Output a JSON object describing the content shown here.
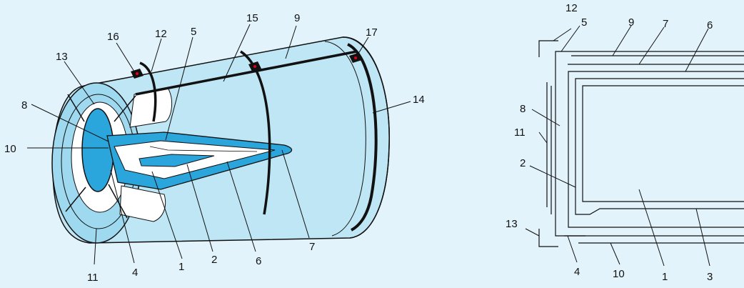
{
  "colors": {
    "background": "#e3f3fb",
    "body_fill": "#bfe6f5",
    "face_ring": "#9fd9f0",
    "core_blue": "#2aa6dc",
    "white": "#ffffff",
    "line": "#111111",
    "clamp_dot": "#e2001a"
  },
  "cylinder_diagram": {
    "labels": [
      "1",
      "2",
      "4",
      "5",
      "6",
      "7",
      "8",
      "9",
      "10",
      "11",
      "12",
      "13",
      "14",
      "15",
      "16",
      "17"
    ]
  },
  "schematic_diagram": {
    "labels": [
      "1",
      "2",
      "3",
      "4",
      "5",
      "6",
      "7",
      "8",
      "9",
      "10",
      "11",
      "12",
      "13"
    ]
  }
}
